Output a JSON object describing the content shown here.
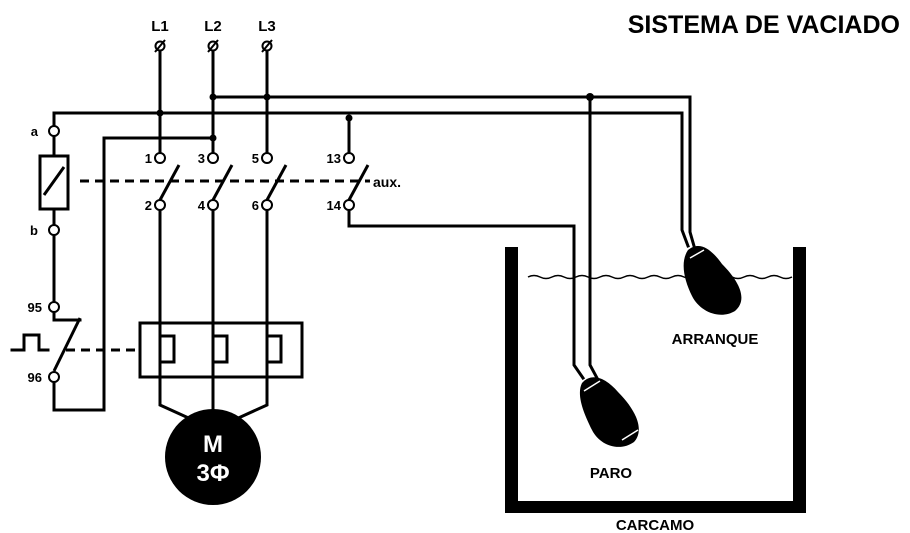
{
  "title": "SISTEMA DE VACIADO",
  "lines": {
    "l1": "L1",
    "l2": "L2",
    "l3": "L3"
  },
  "coil_terminals": {
    "a": "a",
    "b": "b"
  },
  "contactor": {
    "top": [
      "1",
      "3",
      "5"
    ],
    "bottom": [
      "2",
      "4",
      "6"
    ],
    "aux_top": "13",
    "aux_bottom": "14",
    "aux_label": "aux."
  },
  "overload": {
    "t95": "95",
    "t96": "96"
  },
  "motor": {
    "line1": "M",
    "line2": "3Φ"
  },
  "floats": {
    "start": "ARRANQUE",
    "stop": "PARO"
  },
  "sump": "CARCAMO",
  "colors": {
    "ink": "#000000",
    "background": "#ffffff",
    "motor_text": "#ffffff"
  }
}
